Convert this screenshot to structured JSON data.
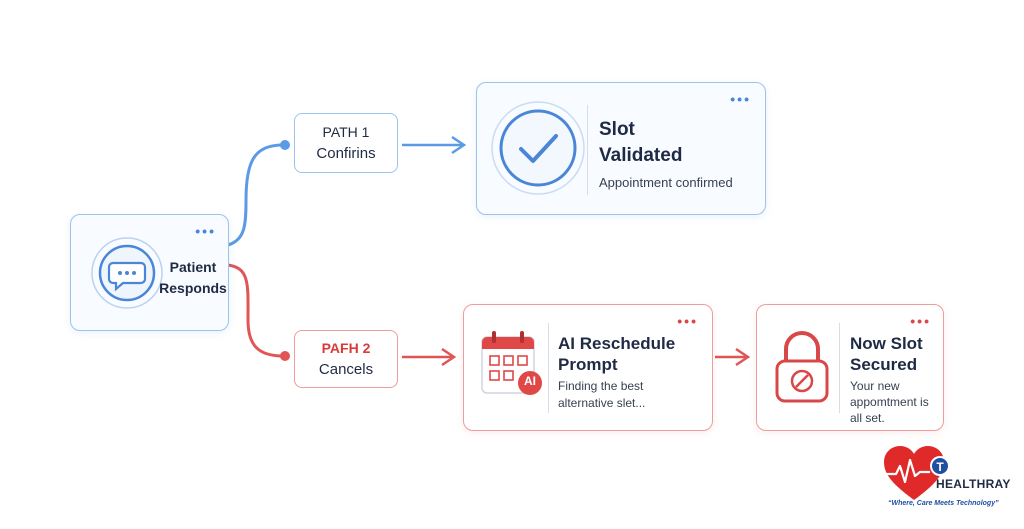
{
  "start": {
    "label_line1": "Patient",
    "label_line2": "Responds",
    "icon": "chat-bubble-icon"
  },
  "path1": {
    "label_line1": "PATH 1",
    "label_line2": "Confirins"
  },
  "path2": {
    "label_line1": "PAFH 2",
    "label_line2": "Cancels"
  },
  "validated": {
    "title_line1": "Slot",
    "title_line2": "Validated",
    "subtitle": "Appointment confirmed",
    "icon": "check-circle-icon"
  },
  "reschedule": {
    "title_line1": "AI Reschedule",
    "title_line2": "Prompt",
    "desc_line1": "Finding the best",
    "desc_line2": "alternative slet...",
    "badge": "AI",
    "icon": "calendar-icon"
  },
  "secured": {
    "title_line1": "Now Slot",
    "title_line2": "Secured",
    "desc_line1": "Your new",
    "desc_line2": "appomtment is",
    "desc_line3": "all set.",
    "icon": "padlock-icon"
  },
  "brand": {
    "name": "HEALTHRAY",
    "tagline": "“Where, Care Meets Technology”",
    "logo": "heart-pulse-logo"
  },
  "colors": {
    "blue": "#4a86d8",
    "red": "#d94848",
    "line_blue": "#5b9be6",
    "line_red": "#e05555"
  }
}
